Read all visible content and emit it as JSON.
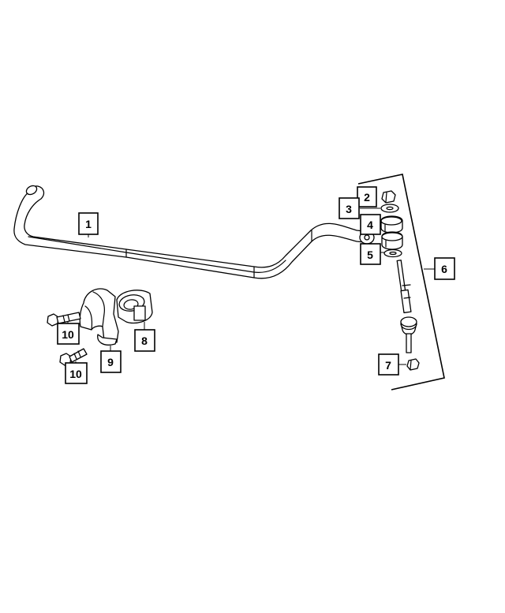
{
  "callouts": {
    "c1": "1",
    "c2": "2",
    "c3": "3",
    "c4": "4",
    "c5": "5",
    "c6": "6",
    "c7": "7",
    "c8": "8",
    "c9": "9",
    "c10a": "10",
    "c10b": "10"
  },
  "colors": {
    "line": "#000000",
    "background": "#ffffff"
  }
}
